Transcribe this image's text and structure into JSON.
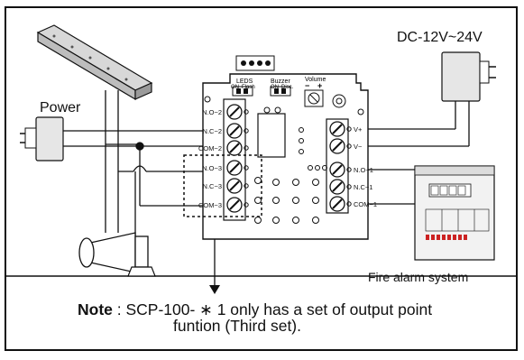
{
  "diagram": {
    "power_supply_right": "DC-12V~24V",
    "power_supply_left": "Power",
    "fire_alarm": "Fire alarm system",
    "board": {
      "leds_group": "LEDS",
      "leds_on": "ON",
      "leds_flash": "Flash",
      "buzzer_group": "Buzzer",
      "buzzer_on": "ON",
      "buzzer_disc": "Disc.",
      "volume": "Volume",
      "vol_minus": "−",
      "vol_plus": "+",
      "left_terminals": [
        "N.O−2",
        "N.C−2",
        "COM−2",
        "N.O−3",
        "N.C−3",
        "COM−3"
      ],
      "right_terminals": [
        "V+",
        "V−",
        "N.O−1",
        "N.C−1",
        "COM−1"
      ]
    }
  },
  "note": {
    "label": "Note",
    "sep": " : ",
    "line1": "SCP-100- ∗ 1 only has a set of  output point",
    "line2": "funtion (Third set)."
  }
}
